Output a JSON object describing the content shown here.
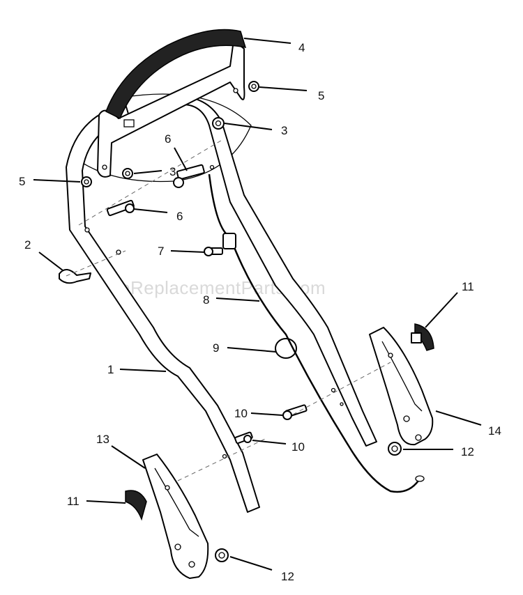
{
  "watermark": "eReplacementParts.com",
  "callouts": [
    {
      "id": "c4",
      "text": "4"
    },
    {
      "id": "c5a",
      "text": "5"
    },
    {
      "id": "c3a",
      "text": "3"
    },
    {
      "id": "c6a",
      "text": "6"
    },
    {
      "id": "c5b",
      "text": "5"
    },
    {
      "id": "c3b",
      "text": "3"
    },
    {
      "id": "c6b",
      "text": "6"
    },
    {
      "id": "c2",
      "text": "2"
    },
    {
      "id": "c7",
      "text": "7"
    },
    {
      "id": "c8",
      "text": "8"
    },
    {
      "id": "c11a",
      "text": "11"
    },
    {
      "id": "c9",
      "text": "9"
    },
    {
      "id": "c1",
      "text": "1"
    },
    {
      "id": "c10a",
      "text": "10"
    },
    {
      "id": "c14",
      "text": "14"
    },
    {
      "id": "c13",
      "text": "13"
    },
    {
      "id": "c10b",
      "text": "10"
    },
    {
      "id": "c12a",
      "text": "12"
    },
    {
      "id": "c11b",
      "text": "11"
    },
    {
      "id": "c12b",
      "text": "12"
    }
  ]
}
